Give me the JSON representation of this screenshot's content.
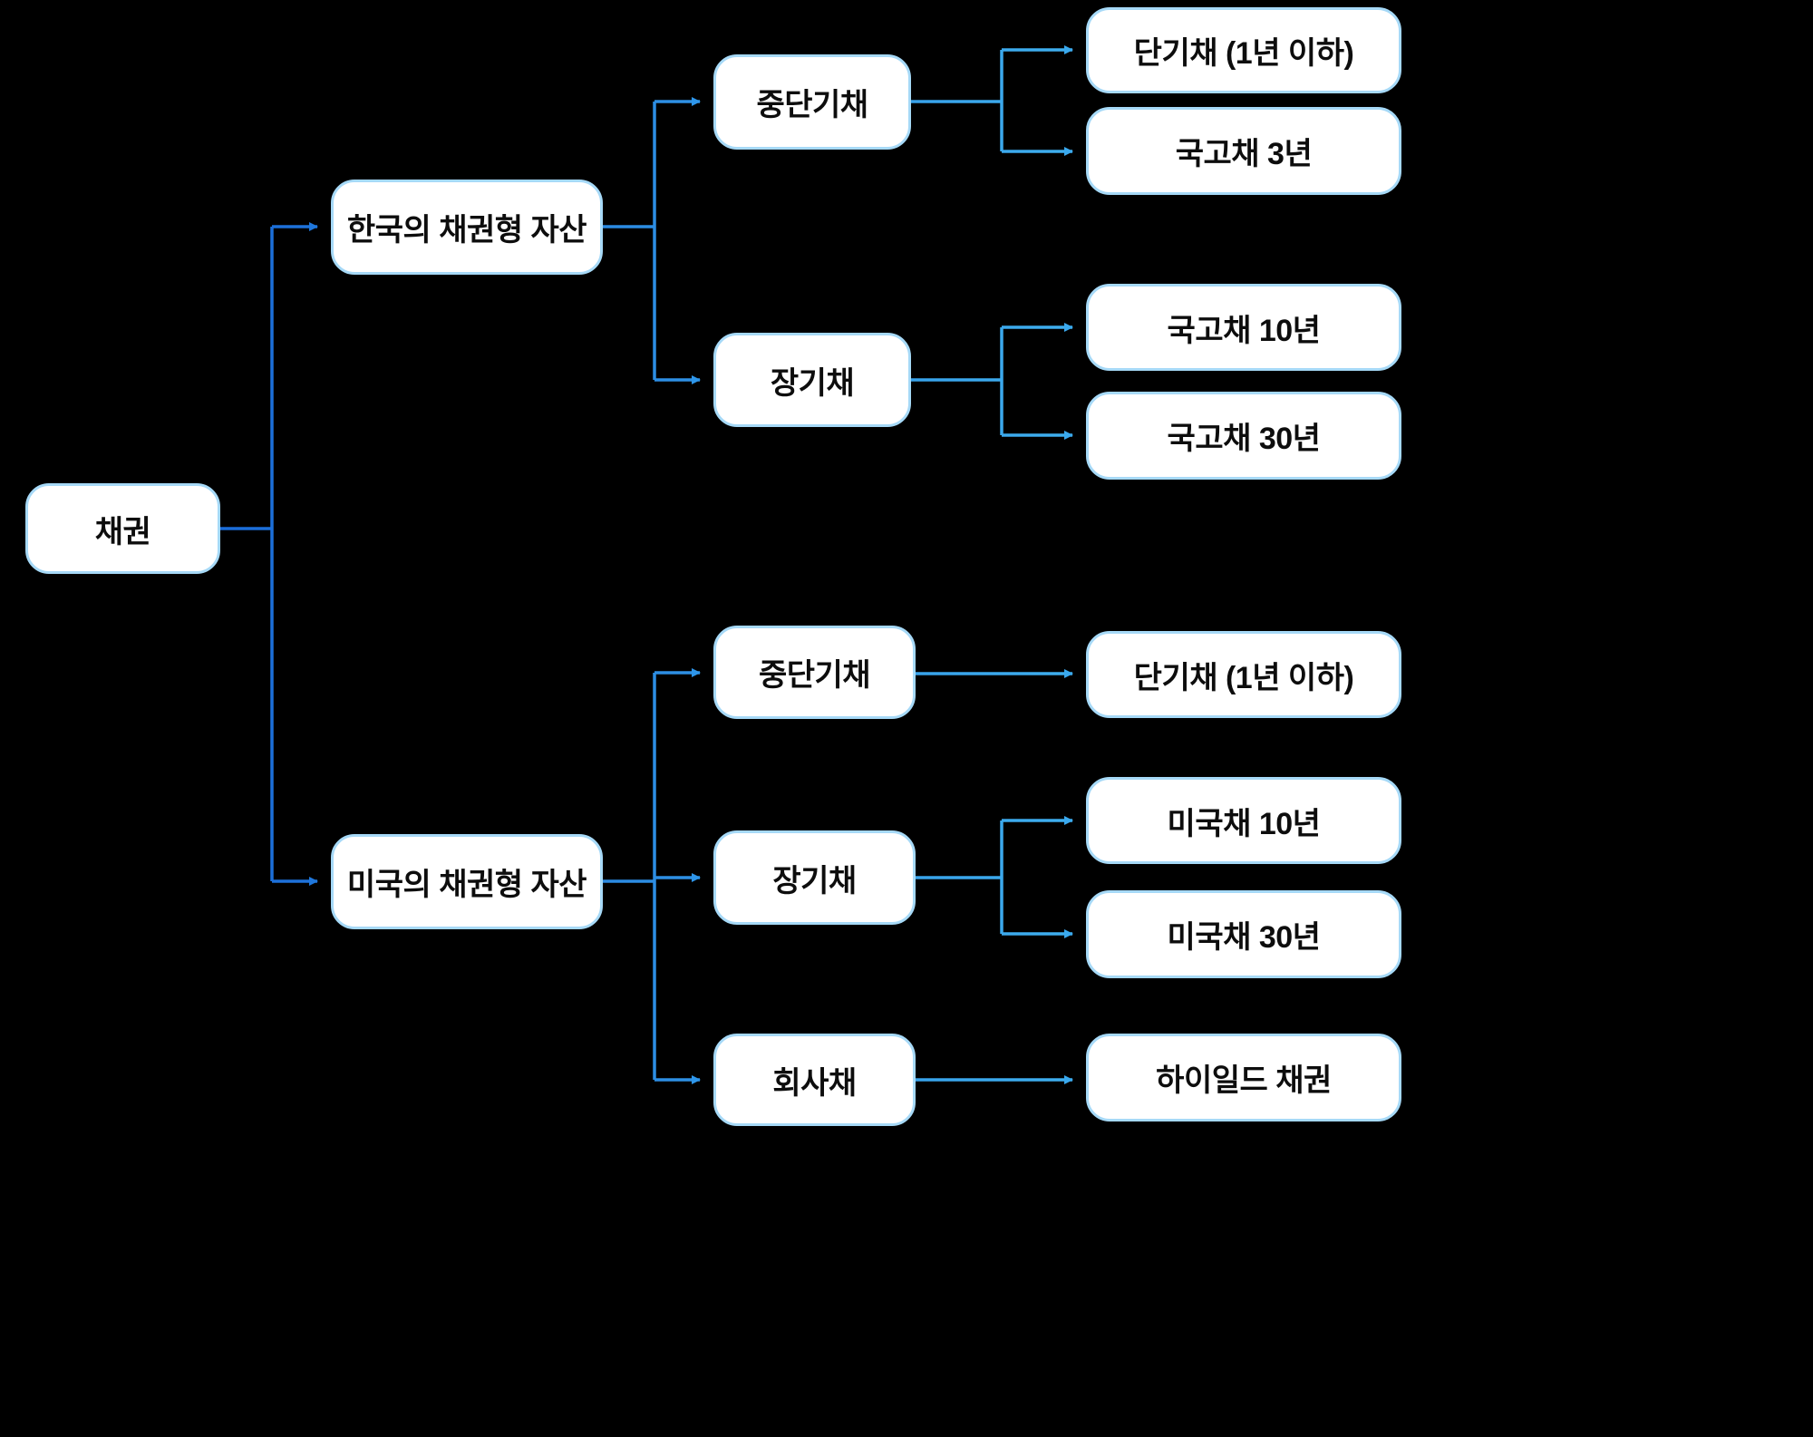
{
  "diagram": {
    "type": "tree-flowchart",
    "colors": {
      "background": "#000000",
      "node_fill": "#ffffff",
      "node_border": "#a6d9f7",
      "connector_dark": "#1a6bd8",
      "connector_light": "#3fb0ef",
      "text": "#0d0d0d"
    },
    "nodes": {
      "root": {
        "label": "채권"
      },
      "kr_assets": {
        "label": "한국의 채권형 자산"
      },
      "kr_mid_short": {
        "label": "중단기채"
      },
      "kr_short_1y": {
        "label": "단기채 (1년 이하)"
      },
      "kr_treasury_3y": {
        "label": "국고채 3년"
      },
      "kr_long": {
        "label": "장기채"
      },
      "kr_treasury_10y": {
        "label": "국고채 10년"
      },
      "kr_treasury_30y": {
        "label": "국고채 30년"
      },
      "us_assets": {
        "label": "미국의 채권형 자산"
      },
      "us_mid_short": {
        "label": "중단기채"
      },
      "us_short_1y": {
        "label": "단기채 (1년 이하)"
      },
      "us_long": {
        "label": "장기채"
      },
      "us_treasury_10y": {
        "label": "미국채 10년"
      },
      "us_treasury_30y": {
        "label": "미국채 30년"
      },
      "us_corporate": {
        "label": "회사채"
      },
      "us_high_yield": {
        "label": "하이일드 채권"
      }
    },
    "edges": [
      "root -> kr_assets",
      "root -> us_assets",
      "kr_assets -> kr_mid_short",
      "kr_assets -> kr_long",
      "kr_mid_short -> kr_short_1y",
      "kr_mid_short -> kr_treasury_3y",
      "kr_long -> kr_treasury_10y",
      "kr_long -> kr_treasury_30y",
      "us_assets -> us_mid_short",
      "us_assets -> us_long",
      "us_assets -> us_corporate",
      "us_mid_short -> us_short_1y",
      "us_long -> us_treasury_10y",
      "us_long -> us_treasury_30y",
      "us_corporate -> us_high_yield"
    ]
  }
}
